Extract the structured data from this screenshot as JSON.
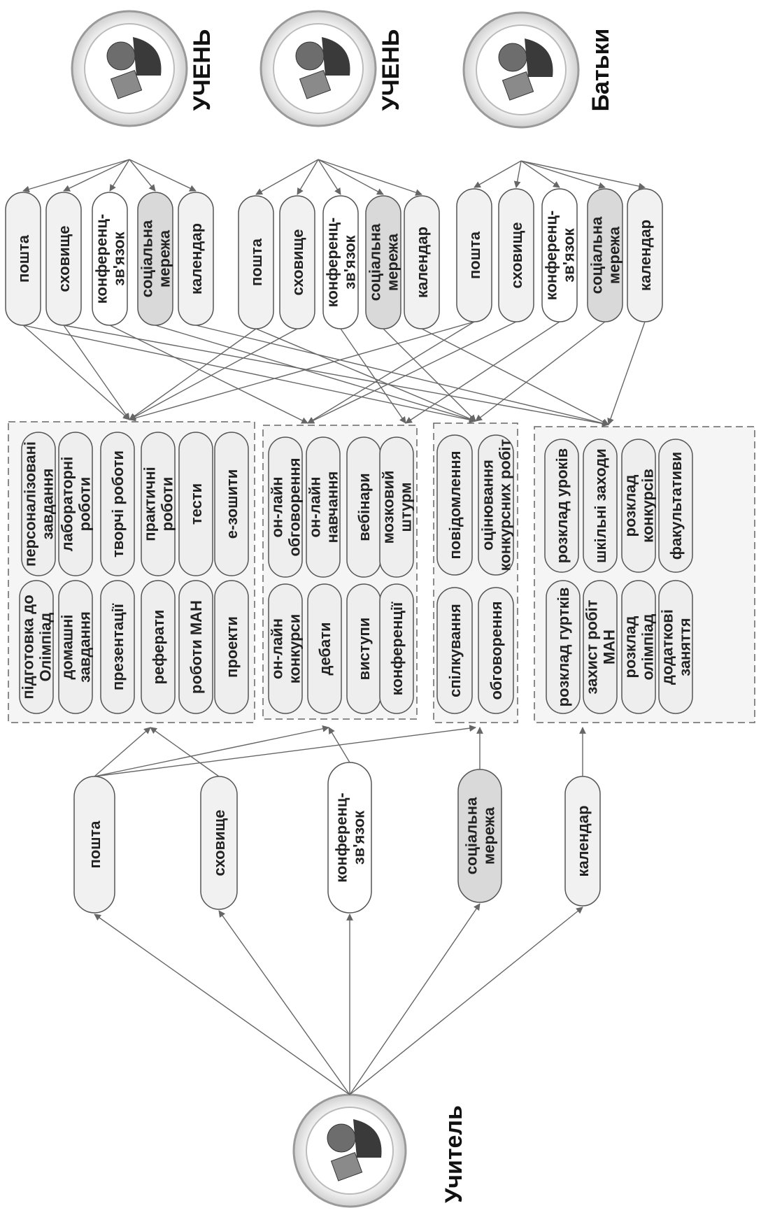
{
  "colors": {
    "pill_light": "#f1f1f1",
    "pill_white": "#ffffff",
    "pill_gray": "#d9d9d9",
    "group_fill": "#f5f5f5",
    "stroke": "#555555",
    "arrow": "#666666"
  },
  "actors": {
    "student1": {
      "label": "УЧЕНЬ",
      "icon": "student-computer-icon"
    },
    "student2": {
      "label": "УЧЕНЬ",
      "icon": "student-computer-icon"
    },
    "parents": {
      "label": "Батьки",
      "icon": "parent-person-icon"
    },
    "teacher": {
      "label": "Учитель",
      "icon": "teacher-person-icon"
    }
  },
  "services": {
    "mail": "пошта",
    "storage": "сховище",
    "conference": [
      "конференц-",
      "зв'язок"
    ],
    "social": [
      "соціальна",
      "мережа"
    ],
    "calendar": "календар"
  },
  "groups": {
    "learning": {
      "items_a": [
        [
          "персоналізовані",
          "завдання"
        ],
        [
          "лабораторні",
          "роботи"
        ],
        [
          "творчі роботи"
        ],
        [
          "практичні",
          "роботи"
        ],
        [
          "тести"
        ],
        [
          "е-зошити"
        ]
      ],
      "items_b": [
        [
          "підготовка до",
          "Олімпіад"
        ],
        [
          "домашні",
          "завдання"
        ],
        [
          "презентації"
        ],
        [
          "реферати"
        ],
        [
          "роботи МАН"
        ],
        [
          "проекти"
        ]
      ]
    },
    "online": {
      "items_a": [
        [
          "он-лайн",
          "обговорення"
        ],
        [
          "он-лайн",
          "навчання"
        ],
        [
          "вебінари"
        ],
        [
          "мозковий",
          "штурм"
        ]
      ],
      "items_b": [
        [
          "он-лайн",
          "конкурси"
        ],
        [
          "дебати"
        ],
        [
          "виступи"
        ],
        [
          "конференції"
        ]
      ]
    },
    "communication": {
      "items_a": [
        [
          "повідомлення"
        ],
        [
          "оцінювання",
          "конкурсних робіт"
        ]
      ],
      "items_b": [
        [
          "спілкування"
        ],
        [
          "обговорення"
        ]
      ]
    },
    "schedule": {
      "items_a": [
        [
          "розклад уроків"
        ],
        [
          "шкільні заходи"
        ],
        [
          "розклад",
          "конкурсів"
        ],
        [
          "факультативи"
        ]
      ],
      "items_b": [
        [
          "розклад гуртків"
        ],
        [
          "захист робіт",
          "МАН"
        ],
        [
          "розклад",
          "олімпіад"
        ],
        [
          "додаткові",
          "заняття"
        ]
      ]
    }
  }
}
